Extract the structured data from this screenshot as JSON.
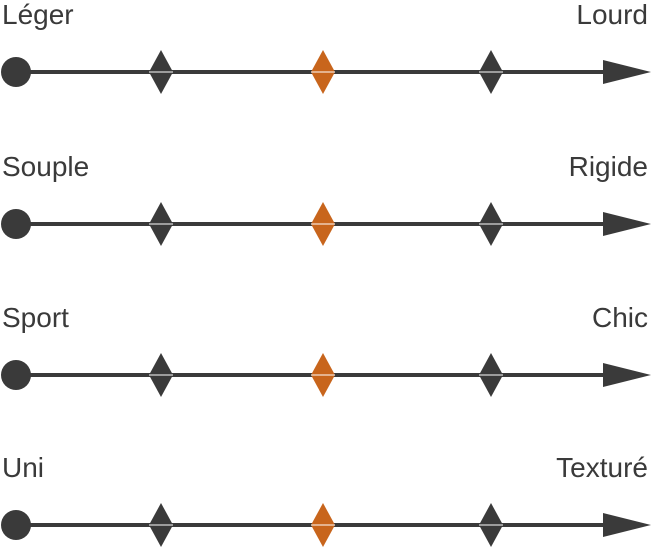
{
  "colors": {
    "line": "#3a3a3a",
    "marker": "#3a3a3a",
    "highlight": "#c8651c",
    "text": "#3a3a3a"
  },
  "scales": [
    {
      "left_label": "Léger",
      "right_label": "Lourd",
      "markers": [
        "diamond",
        "diamond-highlight",
        "diamond"
      ]
    },
    {
      "left_label": "Souple",
      "right_label": "Rigide",
      "markers": [
        "diamond",
        "diamond-highlight",
        "diamond"
      ]
    },
    {
      "left_label": "Sport",
      "right_label": "Chic",
      "markers": [
        "diamond",
        "diamond-highlight",
        "diamond"
      ]
    },
    {
      "left_label": "Uni",
      "right_label": "Texturé",
      "markers": [
        "diamond",
        "diamond-highlight",
        "diamond"
      ]
    }
  ]
}
